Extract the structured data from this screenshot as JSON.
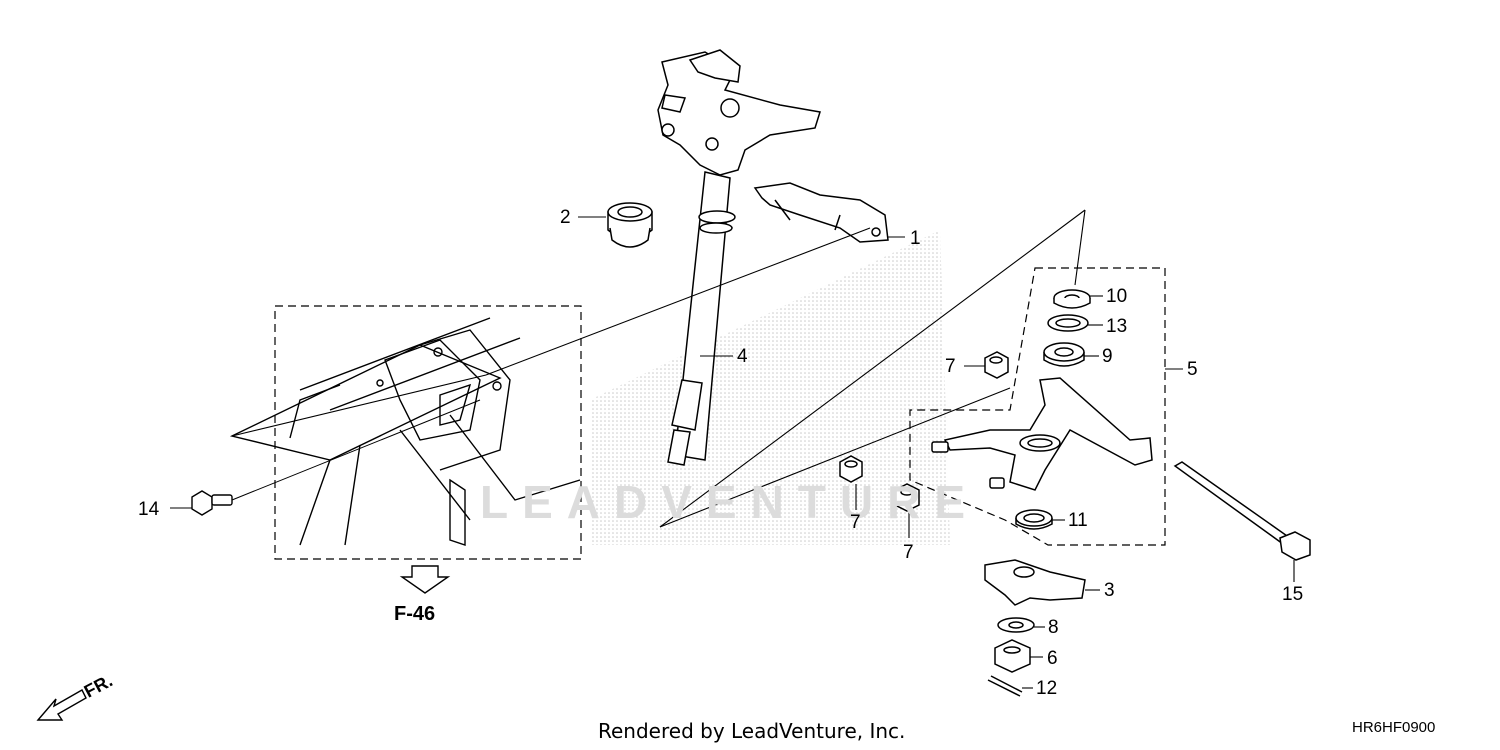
{
  "parts": [
    {
      "ref": "1"
    },
    {
      "ref": "2"
    },
    {
      "ref": "3"
    },
    {
      "ref": "4"
    },
    {
      "ref": "5"
    },
    {
      "ref": "6"
    },
    {
      "ref": "7"
    },
    {
      "ref": "8"
    },
    {
      "ref": "9"
    },
    {
      "ref": "10"
    },
    {
      "ref": "11"
    },
    {
      "ref": "12"
    },
    {
      "ref": "13"
    },
    {
      "ref": "14"
    },
    {
      "ref": "15"
    }
  ],
  "reference": "F-46",
  "direction": "FR.",
  "watermark": "LEADVENTURE",
  "footer": "Rendered by LeadVenture, Inc.",
  "diagram_code": "HR6HF0900",
  "colors": {
    "line": "#000000",
    "watermark": "#c8c8c8"
  }
}
